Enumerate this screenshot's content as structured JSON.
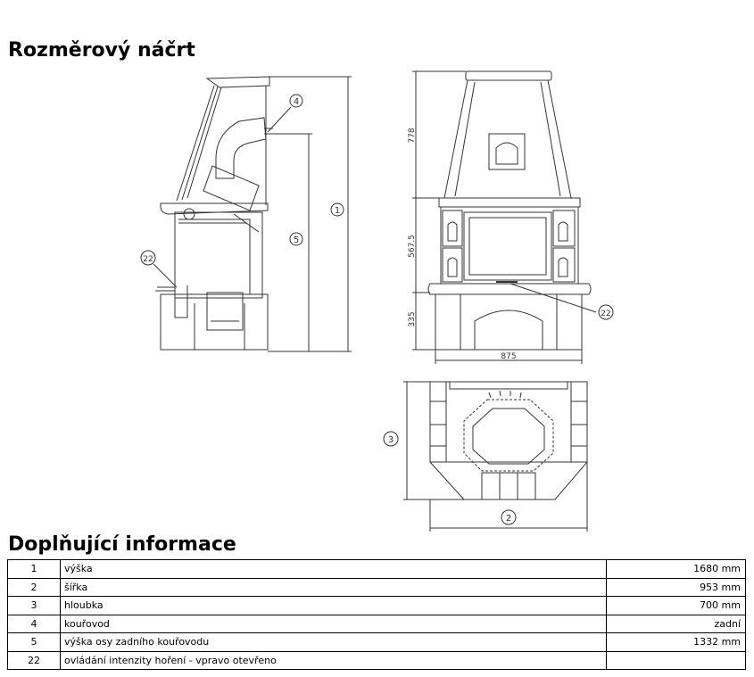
{
  "sections": {
    "sketch_title": "Rozměrový náčrt",
    "info_title": "Doplňující informace"
  },
  "drawing": {
    "callouts": [
      "1",
      "2",
      "3",
      "4",
      "5",
      "22"
    ],
    "dimensions": {
      "upper_height": "778",
      "middle_height": "567.5",
      "base_height": "335",
      "width": "875"
    }
  },
  "info": {
    "rows": [
      {
        "num": "1",
        "label": "výška",
        "value": "1680 mm"
      },
      {
        "num": "2",
        "label": "šířka",
        "value": "953 mm"
      },
      {
        "num": "3",
        "label": "hloubka",
        "value": "700 mm"
      },
      {
        "num": "4",
        "label": "kouřovod",
        "value": "zadní"
      },
      {
        "num": "5",
        "label": "výška osy zadního kouřovodu",
        "value": "1332 mm"
      },
      {
        "num": "22",
        "label": "ovládání intenzity hoření - vpravo otevřeno",
        "value": ""
      }
    ]
  }
}
